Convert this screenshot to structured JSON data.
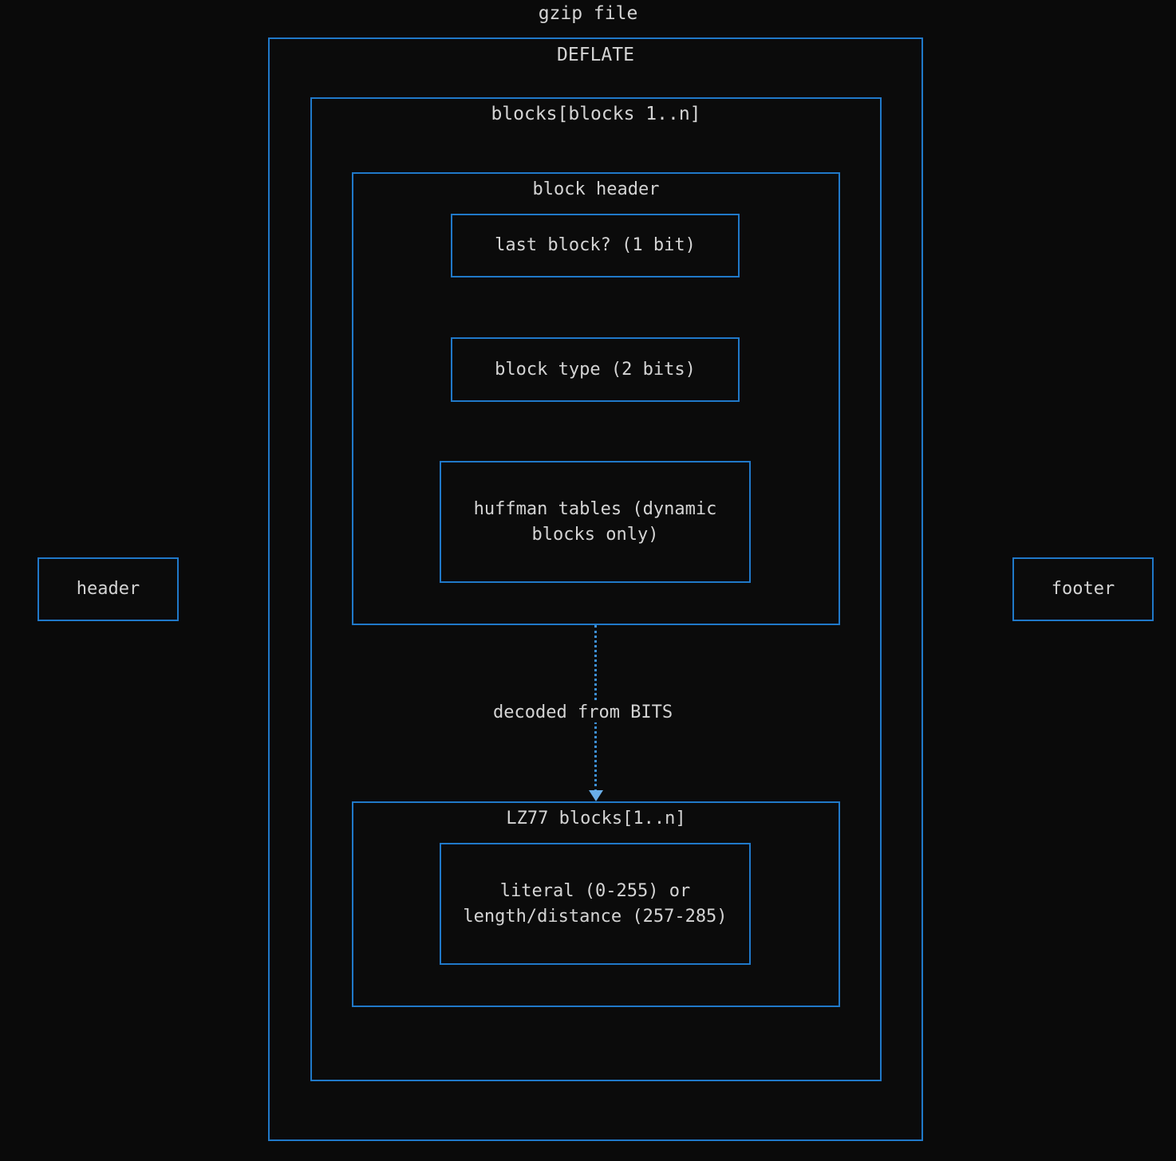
{
  "diagram": {
    "root_title": "gzip file",
    "background_color": "#0a0a0a",
    "border_color": "#2079c9",
    "text_color": "#d4d4d4",
    "arrow_color": "#6aaee8"
  },
  "boxes": {
    "deflate": {
      "label": "DEFLATE"
    },
    "blocks": {
      "label": "blocks[blocks 1..n]"
    },
    "block_header": {
      "label": "block header"
    },
    "last_block": {
      "label": "last block? (1 bit)"
    },
    "block_type": {
      "label": "block type (2 bits)"
    },
    "huffman_tables": {
      "label": "huffman tables (dynamic\nblocks only)"
    },
    "lz77_blocks": {
      "label": "LZ77 blocks[1..n]"
    },
    "lz77_symbol": {
      "label": "literal (0-255) or\nlength/distance (257-285)"
    },
    "header": {
      "label": "header"
    },
    "footer": {
      "label": "footer"
    }
  },
  "edges": {
    "decoded_from_bits": {
      "label": "decoded from BITS"
    }
  }
}
